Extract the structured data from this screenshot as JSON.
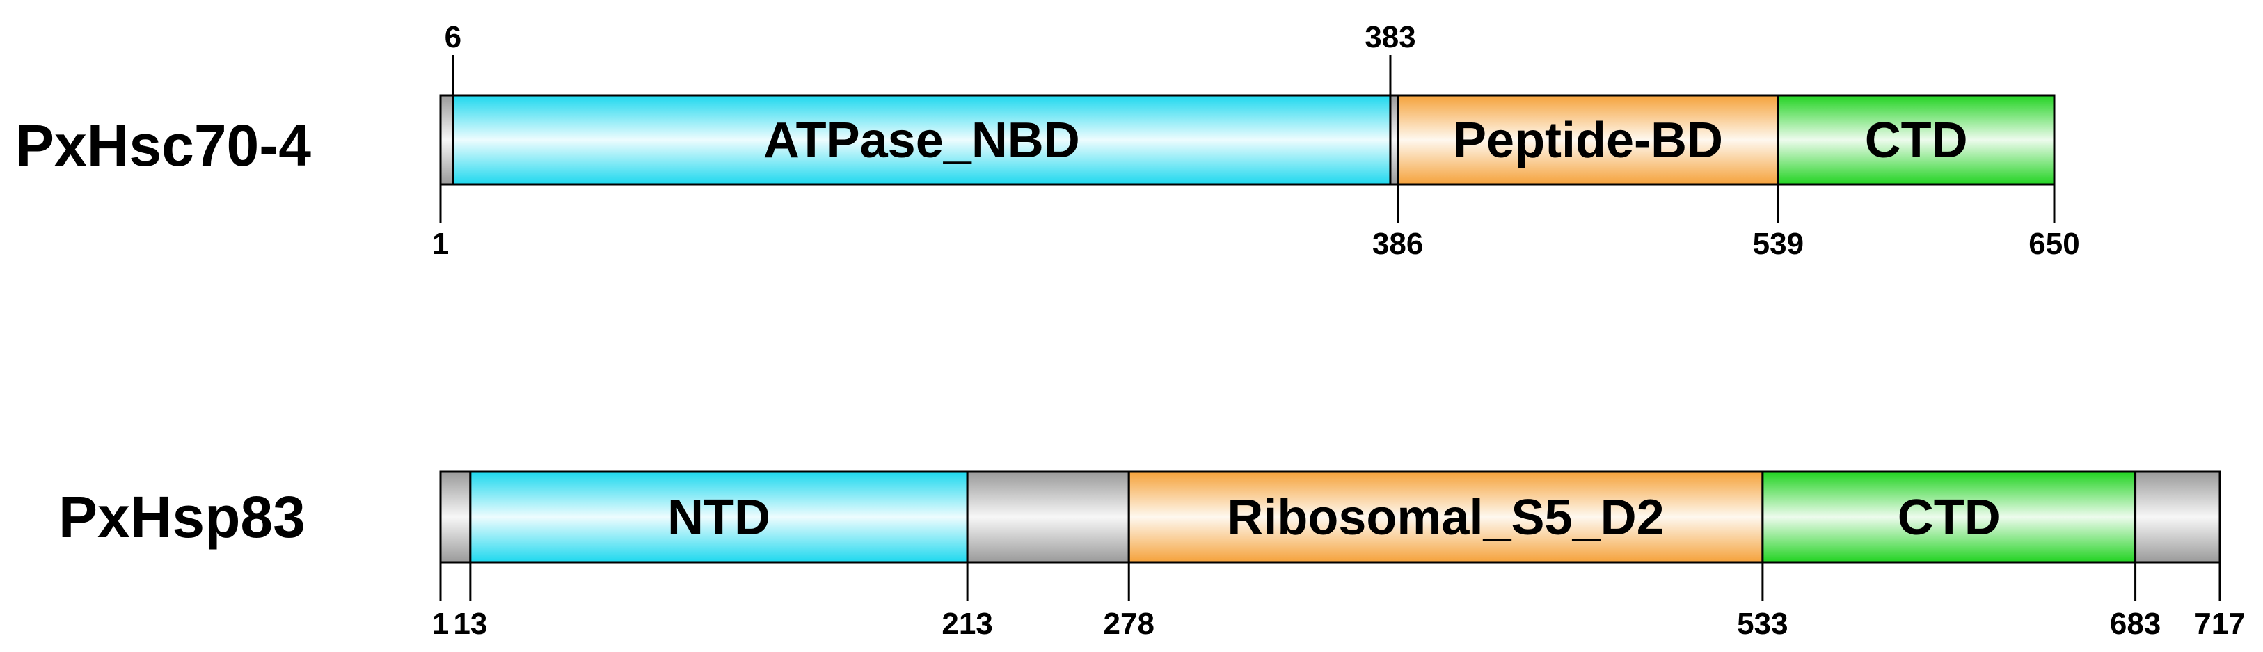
{
  "proteins": [
    {
      "name": "PxHsc70-4",
      "segments": [
        {
          "start": 1,
          "end": 6,
          "type": "linker",
          "label": ""
        },
        {
          "start": 6,
          "end": 383,
          "type": "cyan",
          "label": "ATPase_NBD"
        },
        {
          "start": 383,
          "end": 386,
          "type": "linker",
          "label": ""
        },
        {
          "start": 386,
          "end": 539,
          "type": "orange",
          "label": "Peptide-BD"
        },
        {
          "start": 539,
          "end": 650,
          "type": "green",
          "label": "CTD"
        }
      ],
      "ticks_above": [
        "6",
        "383"
      ],
      "ticks_below": [
        "1",
        "386",
        "539",
        "650"
      ]
    },
    {
      "name": "PxHsp83",
      "segments": [
        {
          "start": 1,
          "end": 13,
          "type": "linker",
          "label": ""
        },
        {
          "start": 13,
          "end": 213,
          "type": "cyan",
          "label": "NTD"
        },
        {
          "start": 213,
          "end": 278,
          "type": "linker",
          "label": ""
        },
        {
          "start": 278,
          "end": 533,
          "type": "orange",
          "label": "Ribosomal_S5_D2"
        },
        {
          "start": 533,
          "end": 683,
          "type": "green",
          "label": "CTD"
        },
        {
          "start": 683,
          "end": 717,
          "type": "linker",
          "label": ""
        }
      ],
      "ticks_above": [],
      "ticks_below": [
        "1",
        "13",
        "213",
        "278",
        "533",
        "683",
        "717"
      ]
    }
  ],
  "colors": {
    "cyan": "#1ed8ee",
    "orange": "#f5a23b",
    "green": "#22d322",
    "linker": "#9a9a9a",
    "outline": "#000000"
  }
}
